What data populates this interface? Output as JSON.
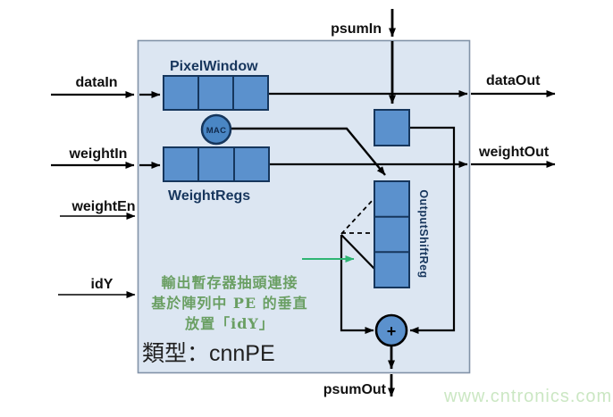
{
  "labels": {
    "data_in": "dataIn",
    "weight_in": "weightIn",
    "weight_en": "weightEn",
    "id_y": "idY",
    "psum_in": "psumIn",
    "data_out": "dataOut",
    "weight_out": "weightOut",
    "psum_out": "psumOut"
  },
  "blocks": {
    "pixel_window": "PixelWindow",
    "weight_regs": "WeightRegs",
    "output_shift_reg": "OutputShiftReg",
    "mac": "MAC",
    "adder": "+"
  },
  "annotation": {
    "line1": "輸出暫存器抽頭連接",
    "line2": "基於陣列中 PE 的垂直",
    "line3": "放置「idY」"
  },
  "type_label": "類型：cnnPE",
  "watermark": "www.cntronics.com",
  "colors": {
    "pe_box_fill": "#dce6f2",
    "pe_box_border": "#8293a8",
    "register_fill": "#5b91cd",
    "register_border": "#16365c",
    "wire_black": "#000000",
    "annotation_green": "#6a9f63",
    "tap_arrow_green": "#2eb573",
    "watermark_green": "#cbe7c3",
    "block_label_navy": "#17365d"
  }
}
